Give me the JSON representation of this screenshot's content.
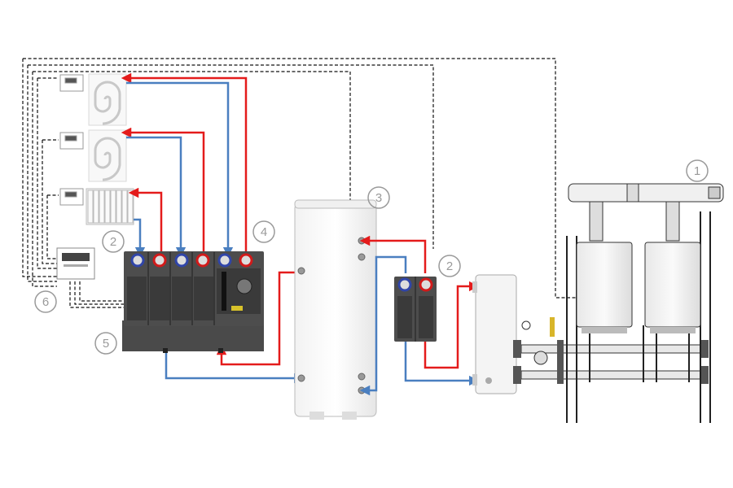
{
  "diagram": {
    "labels": {
      "boilers": "1",
      "pump_group_left": "2",
      "pump_group_right": "2",
      "storage_tank": "3",
      "mixing_module": "4",
      "manifold": "5",
      "controller": "6"
    },
    "colors": {
      "supply_pipe": "#e41b1b",
      "return_pipe": "#4a7fc0",
      "control_wire": "#111111",
      "module_body": "#4a4a4a",
      "label_ring": "#9a9a9a"
    },
    "icons": {
      "underfloor_heating": "spiral-coil-icon",
      "radiator": "radiator-icon",
      "thermostat": "room-thermostat-icon",
      "controller": "controller-icon",
      "boiler": "boiler-icon",
      "heat_exchanger": "heat-exchanger-icon",
      "tank": "storage-tank-icon"
    }
  }
}
